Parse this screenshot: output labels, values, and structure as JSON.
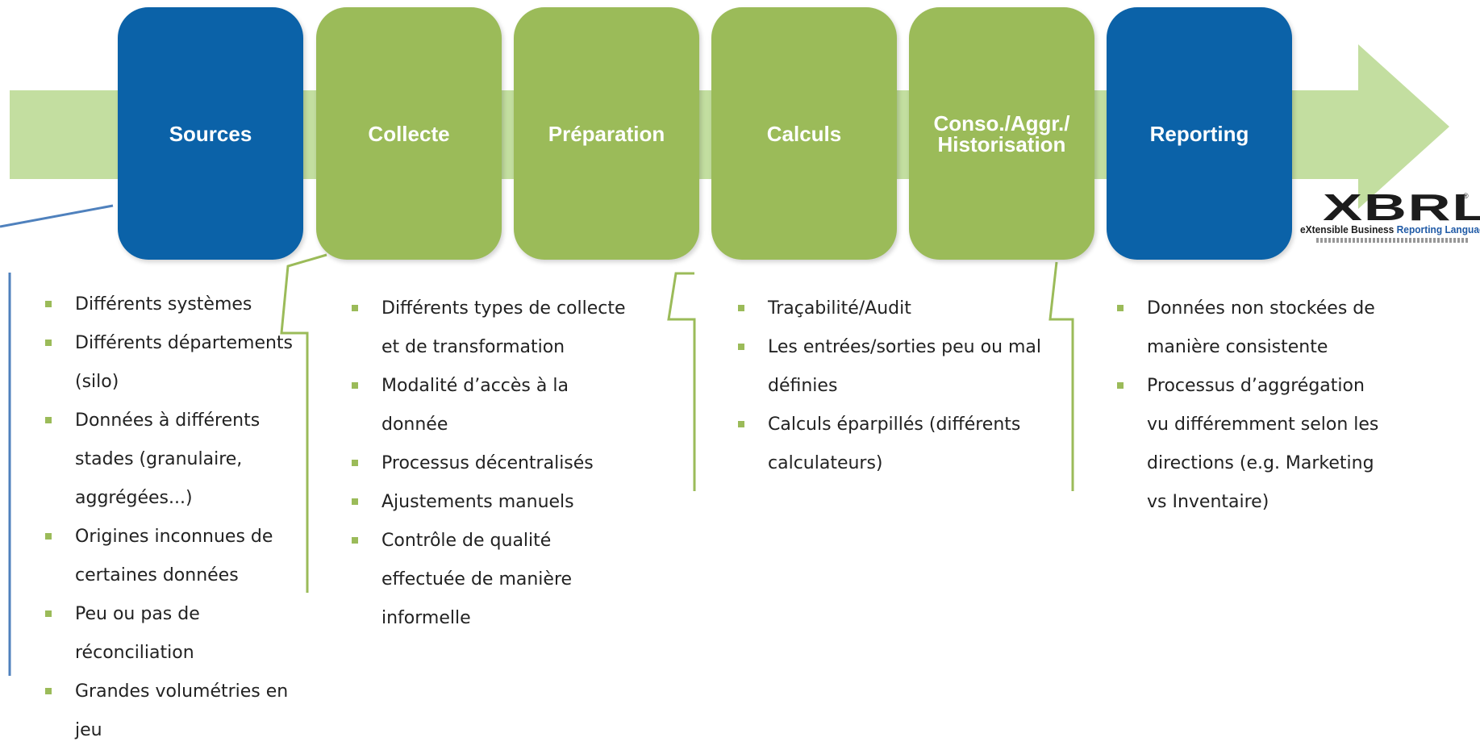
{
  "stages": [
    {
      "label": "Sources"
    },
    {
      "label": "Collecte"
    },
    {
      "label": "Préparation"
    },
    {
      "label": "Calculs"
    },
    {
      "label": "Conso./Aggr./\nHistorisation"
    },
    {
      "label": "Reporting"
    }
  ],
  "columns": {
    "sources": [
      "Différents systèmes",
      "Différents départements (silo)",
      "Données à différents stades (granulaire, aggrégées...)",
      "Origines inconnues de certaines données",
      "Peu ou pas de réconciliation",
      "Grandes volumétries en jeu"
    ],
    "collecte_preparation": [
      "Différents types de collecte et de transformation",
      "Modalité d’accès à la donnée",
      "Processus décentralisés",
      "Ajustements manuels",
      "Contrôle de qualité effectuée de manière informelle"
    ],
    "calculs": [
      "Traçabilité/Audit",
      "Les entrées/sorties peu ou mal définies",
      "Calculs éparpillés (différents calculateurs)"
    ],
    "reporting": [
      "Données non stockées de manière consistente",
      "Processus d’aggrégation vu différemment selon les directions (e.g. Marketing vs Inventaire)"
    ]
  },
  "logo": {
    "name": "XBRL",
    "registered": "®",
    "tagline_part1": "eXtensible Business ",
    "tagline_part2": "Reporting Language"
  },
  "colors": {
    "blue": "#0b62a8",
    "green": "#9bbb59",
    "arrow": "#c3dea0",
    "bracket_blue": "#4f81bd"
  }
}
